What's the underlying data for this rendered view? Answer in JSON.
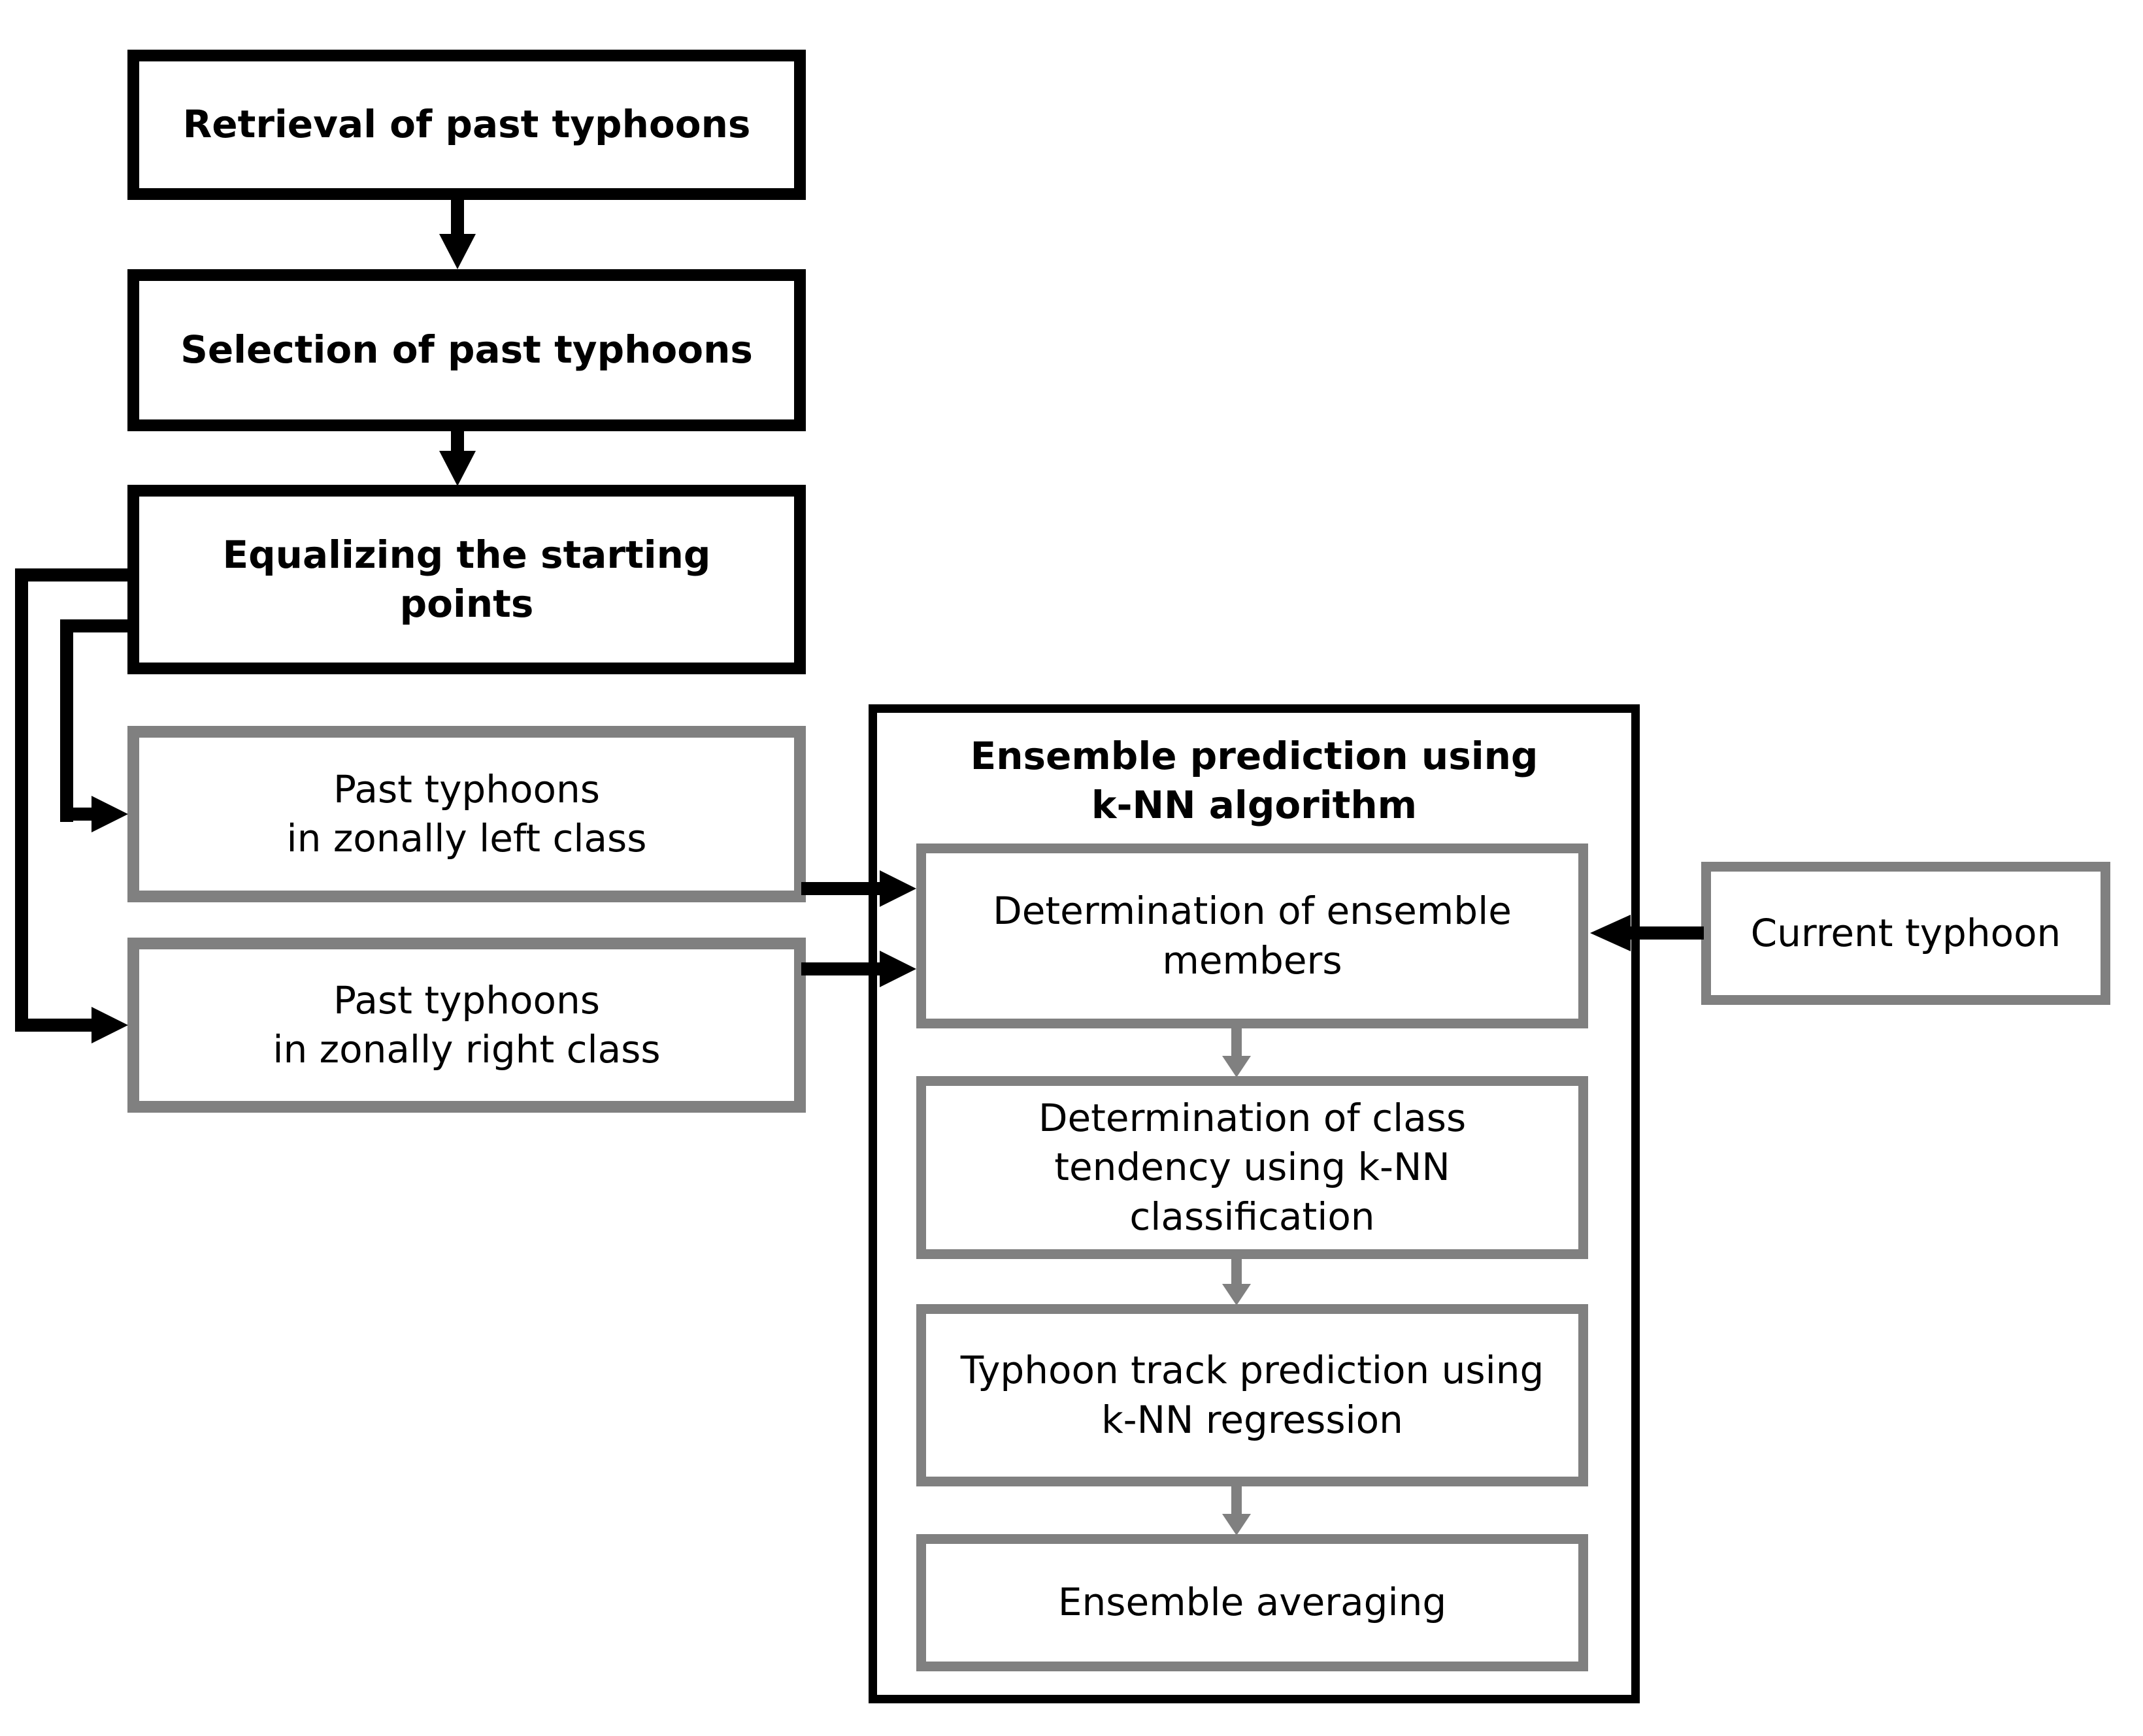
{
  "flowchart": {
    "colors": {
      "primary_border": "#000000",
      "secondary_border": "#808080",
      "background": "#ffffff",
      "text": "#000000"
    },
    "pipeline": {
      "retrieval": "Retrieval of past typhoons",
      "selection": "Selection of past typhoons",
      "equalizing": "Equalizing the starting\npoints",
      "left_class": "Past typhoons\nin zonally left class",
      "right_class": "Past typhoons\nin zonally right class"
    },
    "ensemble": {
      "title": "Ensemble prediction using\nk-NN algorithm",
      "steps": {
        "members": "Determination of ensemble\nmembers",
        "tendency": "Determination of class\ntendency using k-NN\nclassification",
        "track": "Typhoon track prediction using\nk-NN regression",
        "averaging": "Ensemble averaging"
      }
    },
    "inputs": {
      "current_typhoon": "Current typhoon"
    }
  }
}
